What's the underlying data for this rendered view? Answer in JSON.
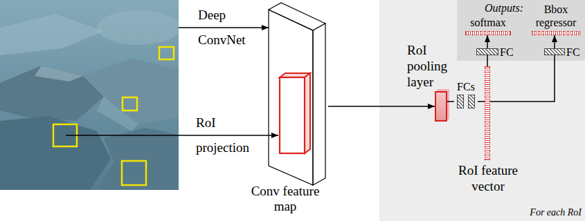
{
  "diagram": {
    "nodes": [
      {
        "text": [
          "For each RoI"
        ]
      },
      {
        "text": [
          "Outputs:"
        ],
        "in": 0
      },
      {
        "text": [
          "softmax"
        ],
        "in": 1
      },
      {
        "text": [
          "Bbox regressor"
        ],
        "in": 1
      },
      {
        "text": [
          "Conv feature map"
        ]
      },
      {
        "text": [
          "RoI pooling layer"
        ],
        "in": 0
      },
      {
        "text": [
          "FCs"
        ],
        "in": 0
      },
      {
        "text": [
          "RoI feature vector"
        ],
        "in": 0
      },
      {
        "text": [
          "FC"
        ],
        "in": 1
      },
      {
        "text": [
          "FC"
        ],
        "in": 1
      }
    ],
    "edges": [
      {
        "from": 4,
        "to": 5,
        "arrow": "to"
      },
      {
        "from": 5,
        "to": 6,
        "arrow": "none"
      },
      {
        "from": 6,
        "to": 7,
        "arrow": "none"
      },
      {
        "from": 7,
        "to": 8,
        "arrow": "none"
      },
      {
        "from": 8,
        "to": 2,
        "arrow": "to"
      },
      {
        "from": 7,
        "to": 9,
        "arrow": "none"
      },
      {
        "from": 9,
        "to": 3,
        "arrow": "to"
      }
    ],
    "labels": [
      "Deep ConvNet",
      "RoI projection"
    ]
  }
}
